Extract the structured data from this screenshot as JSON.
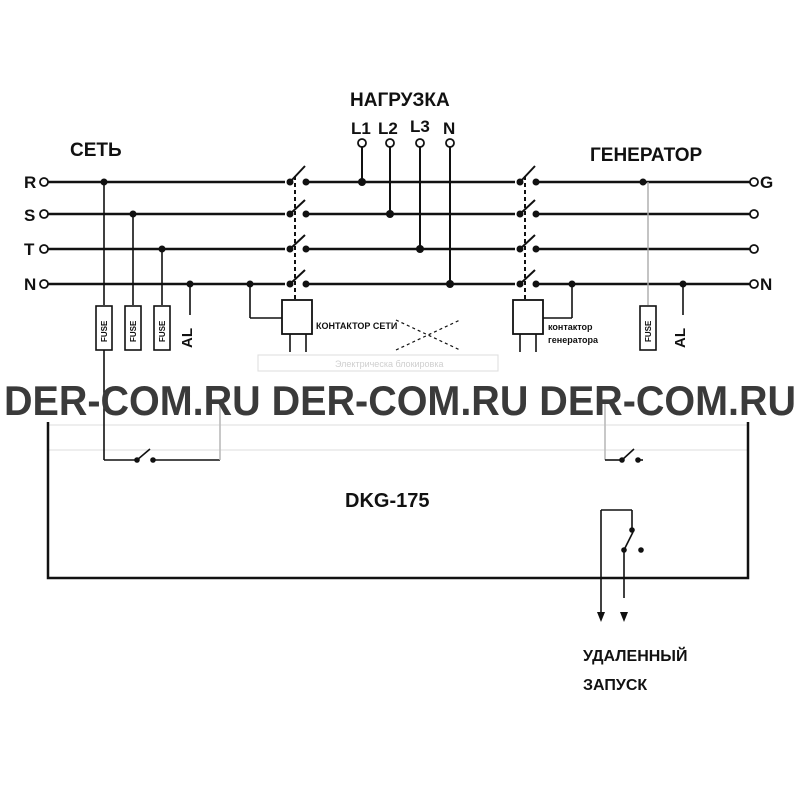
{
  "labels": {
    "mains": "СЕТЬ",
    "load": "НАГРУЗКА",
    "generator": "ГЕНЕРАТОР",
    "controller": "DKG-175",
    "remote_start_line1": "УДАЛЕННЫЙ",
    "remote_start_line2": "ЗАПУСК",
    "mains_contactor": "КОНТАКТОР СЕТИ",
    "gen_contactor_line1": "контактор",
    "gen_contactor_line2": "генератора",
    "interlock": "Электрическа блокировка",
    "fuse": "FUSE",
    "al": "AL"
  },
  "mains_phases": [
    "R",
    "S",
    "T",
    "N"
  ],
  "gen_terminals": [
    "G",
    "N"
  ],
  "load_terminals": [
    "L1",
    "L2",
    "L3",
    "N"
  ],
  "watermark": "DER-COM.RU DER-COM.RU DER-COM.RU"
}
